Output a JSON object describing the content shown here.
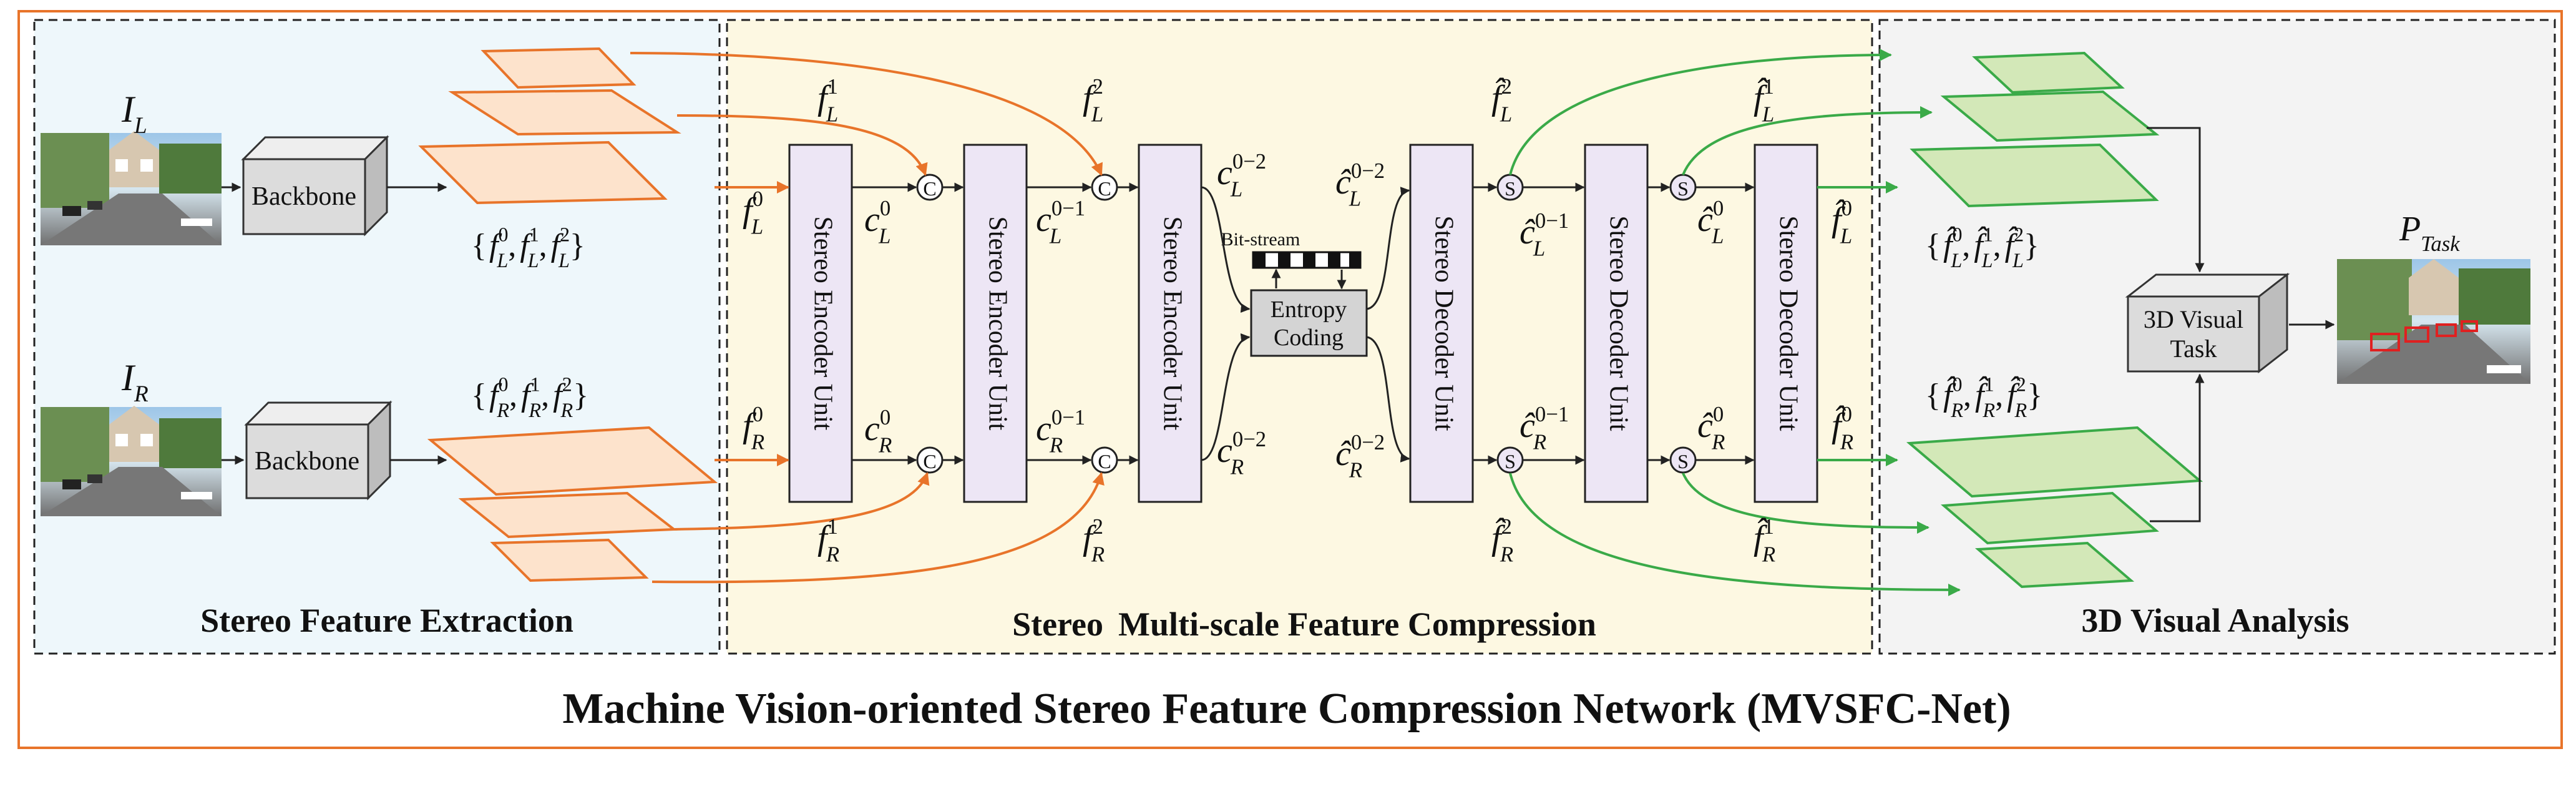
{
  "title": "Machine Vision-oriented Stereo Feature Compression Network (MVSFC-Net)",
  "sections": {
    "extraction": "Stereo Feature Extraction",
    "compression_a": "Stereo",
    "compression_b": "Multi-scale Feature Compression",
    "analysis": "3D Visual Analysis"
  },
  "inputs": {
    "left": {
      "base": "I",
      "sub": "L"
    },
    "right": {
      "base": "I",
      "sub": "R"
    }
  },
  "output": {
    "base": "P",
    "sub": "Task"
  },
  "backbone_label": "Backbone",
  "encoder_label": "Stereo Encoder Unit",
  "decoder_label": "Stereo Decoder Unit",
  "entropy": {
    "line1": "Entropy",
    "line2": "Coding"
  },
  "bitstream_label": "Bit-stream",
  "task": {
    "line1": "3D Visual",
    "line2": "Task"
  },
  "concat_symbol": "C",
  "split_symbol": "S",
  "features": {
    "fL0": {
      "base": "f",
      "sub": "L",
      "sup": "0"
    },
    "fL1": {
      "base": "f",
      "sub": "L",
      "sup": "1"
    },
    "fL2": {
      "base": "f",
      "sub": "L",
      "sup": "2"
    },
    "fR0": {
      "base": "f",
      "sub": "R",
      "sup": "0"
    },
    "fR1": {
      "base": "f",
      "sub": "R",
      "sup": "1"
    },
    "fR2": {
      "base": "f",
      "sub": "R",
      "sup": "2"
    },
    "cL0": {
      "base": "c",
      "sub": "L",
      "sup": "0"
    },
    "cL01": {
      "base": "c",
      "sub": "L",
      "sup": "0−1"
    },
    "cL02": {
      "base": "c",
      "sub": "L",
      "sup": "0−2"
    },
    "cR0": {
      "base": "c",
      "sub": "R",
      "sup": "0"
    },
    "cR01": {
      "base": "c",
      "sub": "R",
      "sup": "0−1"
    },
    "cR02": {
      "base": "c",
      "sub": "R",
      "sup": "0−2"
    },
    "hcL02": {
      "base": "ĉ",
      "sub": "L",
      "sup": "0−2"
    },
    "hcL01": {
      "base": "ĉ",
      "sub": "L",
      "sup": "0−1"
    },
    "hcL0": {
      "base": "ĉ",
      "sub": "L",
      "sup": "0"
    },
    "hcR02": {
      "base": "ĉ",
      "sub": "R",
      "sup": "0−2"
    },
    "hcR01": {
      "base": "ĉ",
      "sub": "R",
      "sup": "0−1"
    },
    "hcR0": {
      "base": "ĉ",
      "sub": "R",
      "sup": "0"
    },
    "hfL2": {
      "base": "f̂",
      "sub": "L",
      "sup": "2"
    },
    "hfL1": {
      "base": "f̂",
      "sub": "L",
      "sup": "1"
    },
    "hfL0": {
      "base": "f̂",
      "sub": "L",
      "sup": "0"
    },
    "hfR2": {
      "base": "f̂",
      "sub": "R",
      "sup": "2"
    },
    "hfR1": {
      "base": "f̂",
      "sub": "R",
      "sup": "1"
    },
    "hfR0": {
      "base": "f̂",
      "sub": "R",
      "sup": "0"
    }
  },
  "sets": {
    "fL": {
      "base": "f",
      "sub": "L",
      "sups": [
        "0",
        "1",
        "2"
      ]
    },
    "fR": {
      "base": "f",
      "sub": "R",
      "sups": [
        "0",
        "1",
        "2"
      ]
    },
    "hfL": {
      "base": "f̂",
      "sub": "L",
      "sups": [
        "0",
        "1",
        "2"
      ]
    },
    "hfR": {
      "base": "f̂",
      "sub": "R",
      "sups": [
        "0",
        "1",
        "2"
      ]
    }
  },
  "colors": {
    "orange": "#e8742a",
    "green": "#3aaa48",
    "extraction_bg": "#eef7fb",
    "compression_bg": "#fdf8e2",
    "analysis_bg": "#f3f3f3",
    "unit_fill": "#ede6f5",
    "orange_fill": "#fde3cc",
    "green_fill": "#d3e8b8"
  }
}
